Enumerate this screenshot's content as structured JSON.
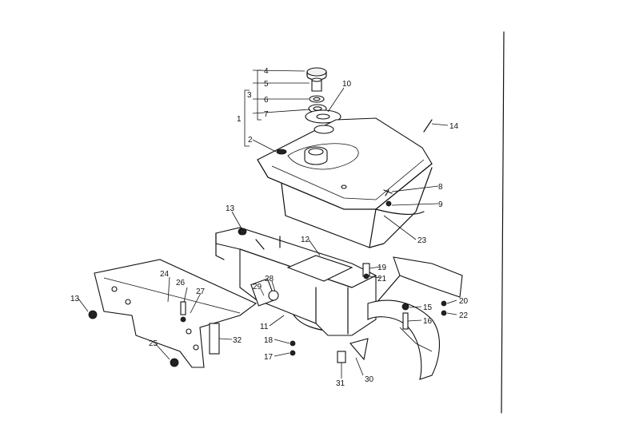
{
  "diagram": {
    "labels": [
      "1",
      "2",
      "3",
      "4",
      "5",
      "6",
      "7",
      "8",
      "9",
      "10",
      "11",
      "12",
      "13",
      "13",
      "14",
      "15",
      "16",
      "17",
      "18",
      "19",
      "20",
      "21",
      "22",
      "23",
      "24",
      "25",
      "26",
      "27",
      "28",
      "29",
      "30",
      "31",
      "32"
    ]
  }
}
